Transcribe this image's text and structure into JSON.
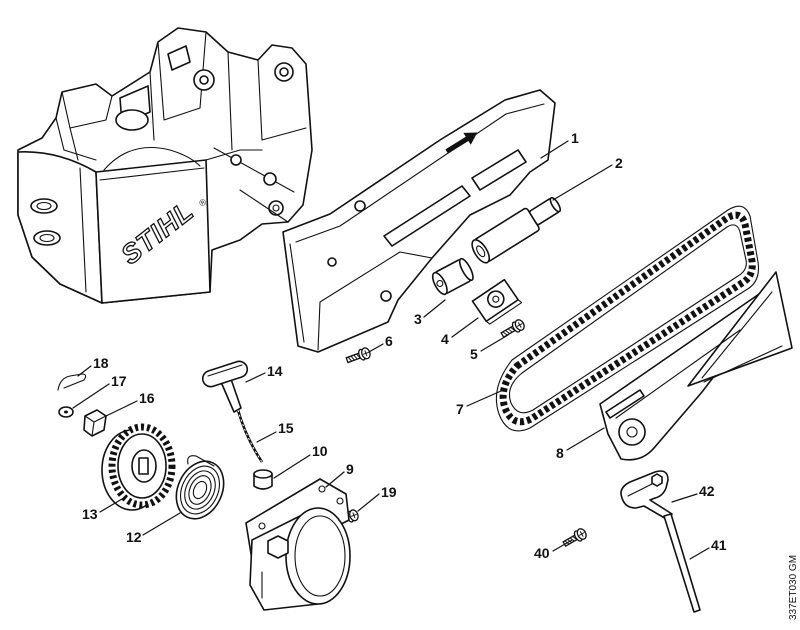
{
  "diagram": {
    "logo": "STIHL",
    "logo_mark": "®",
    "drawing_code": "337ET030 GM",
    "callouts": [
      "1",
      "2",
      "3",
      "4",
      "5",
      "6",
      "7",
      "8",
      "9",
      "10",
      "12",
      "13",
      "14",
      "15",
      "16",
      "17",
      "18",
      "19",
      "40",
      "41",
      "42"
    ]
  }
}
